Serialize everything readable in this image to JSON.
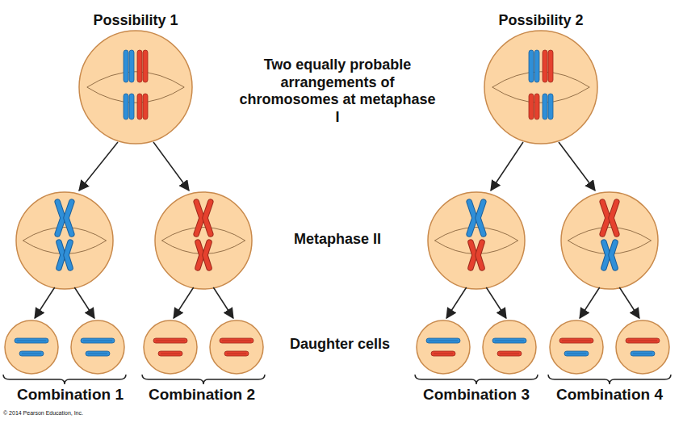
{
  "diagram": {
    "labels": [
      "Possibility 1",
      "Possibility 2",
      "Two equally probable arrangements of chromosomes at metaphase I",
      "Metaphase II",
      "Daughter cells",
      "Combination 1",
      "Combination 2",
      "Combination 3",
      "Combination 4",
      "© 2014 Pearson Education, Inc."
    ]
  }
}
